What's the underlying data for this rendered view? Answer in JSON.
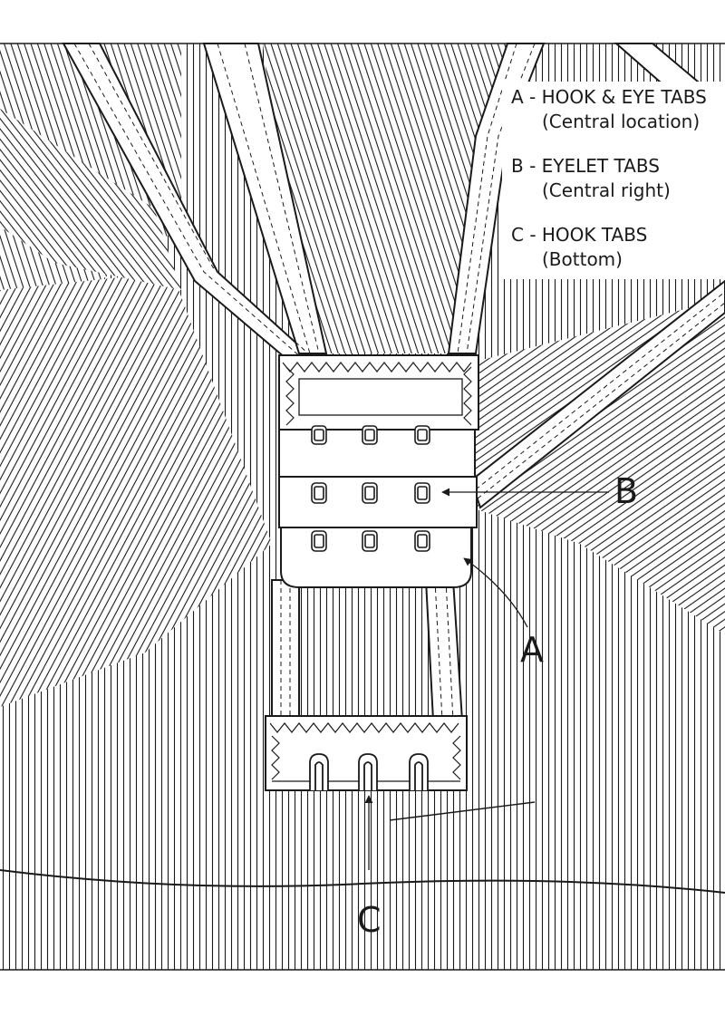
{
  "legend": {
    "items": [
      {
        "title": "A - HOOK & EYE TABS",
        "detail": "(Central location)"
      },
      {
        "title": "B - EYELET TABS",
        "detail": "(Central right)"
      },
      {
        "title": "C - HOOK TABS",
        "detail": "(Bottom)"
      }
    ]
  },
  "callouts": {
    "a": "A",
    "b": "B",
    "c": "C"
  },
  "colors": {
    "ink": "#1a1a1a",
    "paper": "#ffffff"
  },
  "icons": {
    "hook": "hook-icon",
    "eyelet": "eyelet-icon",
    "arrow": "arrow-icon"
  }
}
